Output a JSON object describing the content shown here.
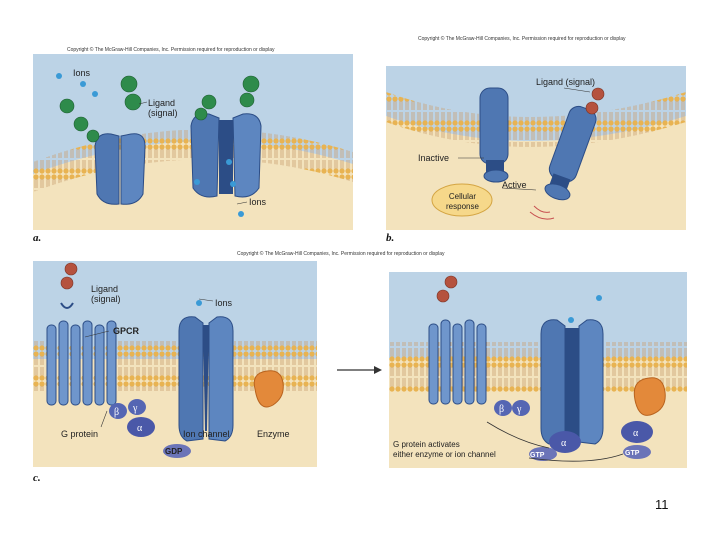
{
  "copyright": {
    "a": "Copyright © The McGraw-Hill Companies, Inc. Permission required for reproduction or display",
    "b": "Copyright © The McGraw-Hill Companies, Inc. Permission required for reproduction or display",
    "c": "Copyright © The McGraw-Hill Companies, Inc. Permission required for reproduction or display"
  },
  "panel_a": {
    "label": "a.",
    "ions_top": "Ions",
    "ligand": "Ligand\n(signal)",
    "ions_bottom": "Ions"
  },
  "panel_b": {
    "label": "b.",
    "ligand": "Ligand (signal)",
    "inactive": "Inactive",
    "active": "Active",
    "response": "Cellular\nresponse"
  },
  "panel_c": {
    "label": "c.",
    "ligand": "Ligand\n(signal)",
    "gpcr": "GPCR",
    "ions": "Ions",
    "g_protein": "G protein",
    "ion_channel": "Ion channel",
    "enzyme": "Enzyme",
    "gdp": "GDP",
    "beta": "β",
    "gamma": "γ",
    "alpha": "α"
  },
  "panel_d": {
    "caption": "G protein activates\neither enzyme or ion channel",
    "gtp_left": "GTP",
    "gtp_right": "GTP",
    "alpha_left": "α",
    "alpha_right": "α",
    "beta": "β",
    "gamma": "γ"
  },
  "page_number": "11",
  "colors": {
    "extracellular": "#bcd3e6",
    "cytoplasm": "#f3e3bd",
    "lipid_head": "#e8b352",
    "lipid_tail": "#c9a070",
    "protein": "#4f77b2",
    "protein_dark": "#2c4d86",
    "ligand_green": "#2e8b4b",
    "ligand_red": "#b5523e",
    "ion": "#3a9ad6",
    "enzyme": "#e3893a",
    "gprotein": "#5566b3"
  }
}
